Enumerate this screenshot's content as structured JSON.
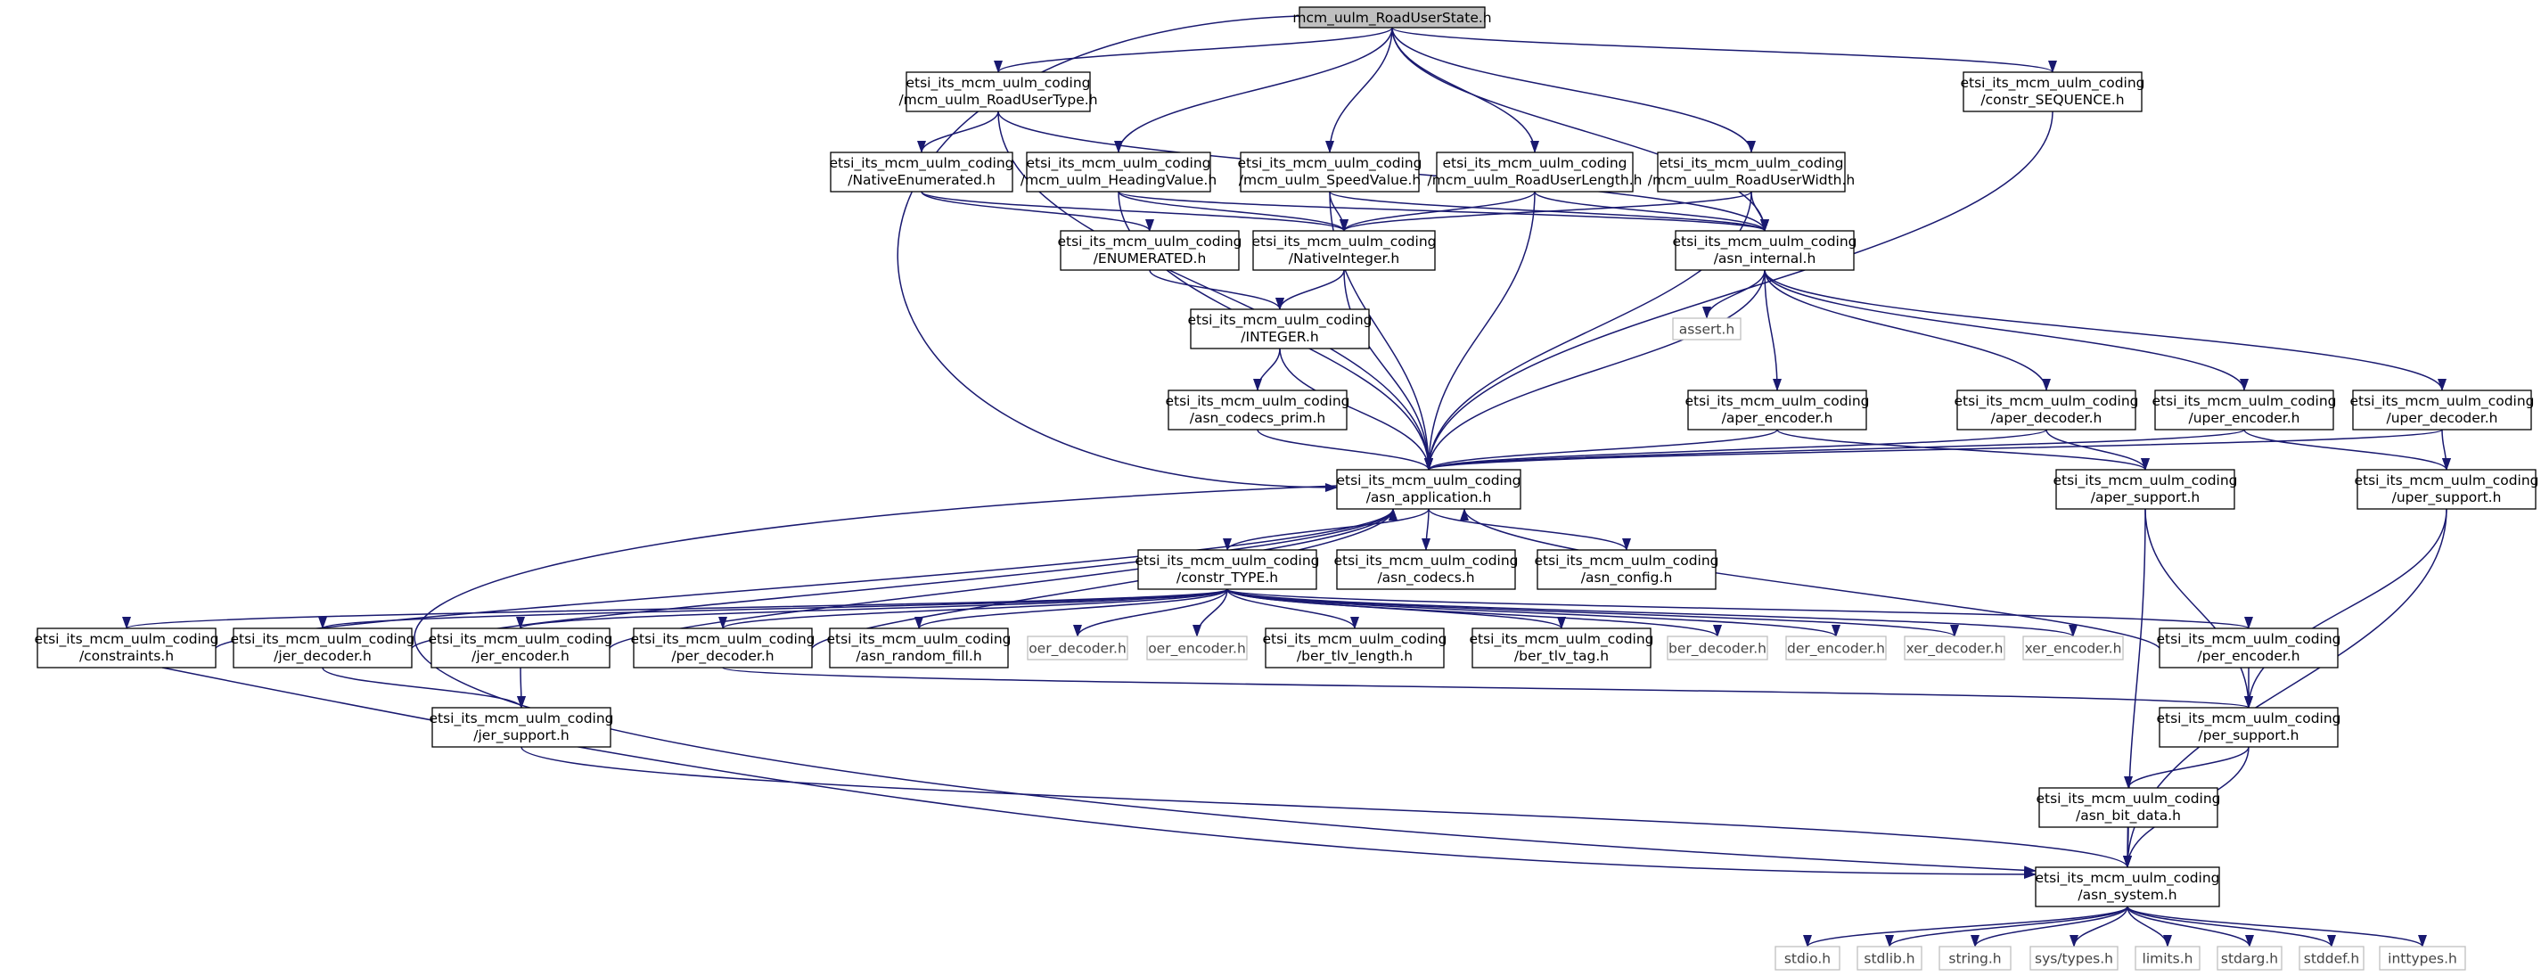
{
  "colors": {
    "edge": "#191970",
    "node_border": "#000000",
    "system_border": "#bfbfbf",
    "root_fill": "#bfbfbf",
    "node_fill": "#ffffff"
  },
  "nodes": [
    {
      "id": "root",
      "kind": "root",
      "lines": [
        "mcm_uulm_RoadUserState.h"
      ]
    },
    {
      "id": "roadusertype",
      "kind": "file",
      "lines": [
        "etsi_its_mcm_uulm_coding",
        "/mcm_uulm_RoadUserType.h"
      ]
    },
    {
      "id": "constr_sequence",
      "kind": "file",
      "lines": [
        "etsi_its_mcm_uulm_coding",
        "/constr_SEQUENCE.h"
      ]
    },
    {
      "id": "nativeenumerated",
      "kind": "file",
      "lines": [
        "etsi_its_mcm_uulm_coding",
        "/NativeEnumerated.h"
      ]
    },
    {
      "id": "headingvalue",
      "kind": "file",
      "lines": [
        "etsi_its_mcm_uulm_coding",
        "/mcm_uulm_HeadingValue.h"
      ]
    },
    {
      "id": "speedvalue",
      "kind": "file",
      "lines": [
        "etsi_its_mcm_uulm_coding",
        "/mcm_uulm_SpeedValue.h"
      ]
    },
    {
      "id": "roaduserlength",
      "kind": "file",
      "lines": [
        "etsi_its_mcm_uulm_coding",
        "/mcm_uulm_RoadUserLength.h"
      ]
    },
    {
      "id": "roaduserwidth",
      "kind": "file",
      "lines": [
        "etsi_its_mcm_uulm_coding",
        "/mcm_uulm_RoadUserWidth.h"
      ]
    },
    {
      "id": "enumerated",
      "kind": "file",
      "lines": [
        "etsi_its_mcm_uulm_coding",
        "/ENUMERATED.h"
      ]
    },
    {
      "id": "nativeinteger",
      "kind": "file",
      "lines": [
        "etsi_its_mcm_uulm_coding",
        "/NativeInteger.h"
      ]
    },
    {
      "id": "asn_internal",
      "kind": "file",
      "lines": [
        "etsi_its_mcm_uulm_coding",
        "/asn_internal.h"
      ]
    },
    {
      "id": "integer",
      "kind": "file",
      "lines": [
        "etsi_its_mcm_uulm_coding",
        "/INTEGER.h"
      ]
    },
    {
      "id": "assert",
      "kind": "system",
      "lines": [
        "assert.h"
      ]
    },
    {
      "id": "asn_codecs_prim",
      "kind": "file",
      "lines": [
        "etsi_its_mcm_uulm_coding",
        "/asn_codecs_prim.h"
      ]
    },
    {
      "id": "aper_encoder",
      "kind": "file",
      "lines": [
        "etsi_its_mcm_uulm_coding",
        "/aper_encoder.h"
      ]
    },
    {
      "id": "aper_decoder",
      "kind": "file",
      "lines": [
        "etsi_its_mcm_uulm_coding",
        "/aper_decoder.h"
      ]
    },
    {
      "id": "uper_encoder",
      "kind": "file",
      "lines": [
        "etsi_its_mcm_uulm_coding",
        "/uper_encoder.h"
      ]
    },
    {
      "id": "uper_decoder",
      "kind": "file",
      "lines": [
        "etsi_its_mcm_uulm_coding",
        "/uper_decoder.h"
      ]
    },
    {
      "id": "asn_application",
      "kind": "file",
      "lines": [
        "etsi_its_mcm_uulm_coding",
        "/asn_application.h"
      ]
    },
    {
      "id": "aper_support",
      "kind": "file",
      "lines": [
        "etsi_its_mcm_uulm_coding",
        "/aper_support.h"
      ]
    },
    {
      "id": "uper_support",
      "kind": "file",
      "lines": [
        "etsi_its_mcm_uulm_coding",
        "/uper_support.h"
      ]
    },
    {
      "id": "constr_type",
      "kind": "file",
      "lines": [
        "etsi_its_mcm_uulm_coding",
        "/constr_TYPE.h"
      ]
    },
    {
      "id": "asn_codecs",
      "kind": "file",
      "lines": [
        "etsi_its_mcm_uulm_coding",
        "/asn_codecs.h"
      ]
    },
    {
      "id": "asn_config",
      "kind": "file",
      "lines": [
        "etsi_its_mcm_uulm_coding",
        "/asn_config.h"
      ]
    },
    {
      "id": "constraints",
      "kind": "file",
      "lines": [
        "etsi_its_mcm_uulm_coding",
        "/constraints.h"
      ]
    },
    {
      "id": "jer_decoder",
      "kind": "file",
      "lines": [
        "etsi_its_mcm_uulm_coding",
        "/jer_decoder.h"
      ]
    },
    {
      "id": "jer_encoder",
      "kind": "file",
      "lines": [
        "etsi_its_mcm_uulm_coding",
        "/jer_encoder.h"
      ]
    },
    {
      "id": "per_decoder",
      "kind": "file",
      "lines": [
        "etsi_its_mcm_uulm_coding",
        "/per_decoder.h"
      ]
    },
    {
      "id": "asn_random_fill",
      "kind": "file",
      "lines": [
        "etsi_its_mcm_uulm_coding",
        "/asn_random_fill.h"
      ]
    },
    {
      "id": "oer_decoder",
      "kind": "system",
      "lines": [
        "oer_decoder.h"
      ]
    },
    {
      "id": "oer_encoder",
      "kind": "system",
      "lines": [
        "oer_encoder.h"
      ]
    },
    {
      "id": "ber_tlv_length",
      "kind": "file",
      "lines": [
        "etsi_its_mcm_uulm_coding",
        "/ber_tlv_length.h"
      ]
    },
    {
      "id": "ber_tlv_tag",
      "kind": "file",
      "lines": [
        "etsi_its_mcm_uulm_coding",
        "/ber_tlv_tag.h"
      ]
    },
    {
      "id": "ber_decoder",
      "kind": "system",
      "lines": [
        "ber_decoder.h"
      ]
    },
    {
      "id": "der_encoder",
      "kind": "system",
      "lines": [
        "der_encoder.h"
      ]
    },
    {
      "id": "xer_decoder",
      "kind": "system",
      "lines": [
        "xer_decoder.h"
      ]
    },
    {
      "id": "xer_encoder",
      "kind": "system",
      "lines": [
        "xer_encoder.h"
      ]
    },
    {
      "id": "per_encoder",
      "kind": "file",
      "lines": [
        "etsi_its_mcm_uulm_coding",
        "/per_encoder.h"
      ]
    },
    {
      "id": "jer_support",
      "kind": "file",
      "lines": [
        "etsi_its_mcm_uulm_coding",
        "/jer_support.h"
      ]
    },
    {
      "id": "per_support",
      "kind": "file",
      "lines": [
        "etsi_its_mcm_uulm_coding",
        "/per_support.h"
      ]
    },
    {
      "id": "asn_bit_data",
      "kind": "file",
      "lines": [
        "etsi_its_mcm_uulm_coding",
        "/asn_bit_data.h"
      ]
    },
    {
      "id": "asn_system",
      "kind": "file",
      "lines": [
        "etsi_its_mcm_uulm_coding",
        "/asn_system.h"
      ]
    },
    {
      "id": "stdio",
      "kind": "system",
      "lines": [
        "stdio.h"
      ]
    },
    {
      "id": "stdlib",
      "kind": "system",
      "lines": [
        "stdlib.h"
      ]
    },
    {
      "id": "string",
      "kind": "system",
      "lines": [
        "string.h"
      ]
    },
    {
      "id": "systypes",
      "kind": "system",
      "lines": [
        "sys/types.h"
      ]
    },
    {
      "id": "limits",
      "kind": "system",
      "lines": [
        "limits.h"
      ]
    },
    {
      "id": "stdarg",
      "kind": "system",
      "lines": [
        "stdarg.h"
      ]
    },
    {
      "id": "stddef",
      "kind": "system",
      "lines": [
        "stddef.h"
      ]
    },
    {
      "id": "inttypes",
      "kind": "system",
      "lines": [
        "inttypes.h"
      ]
    }
  ],
  "edges": [
    [
      "root",
      "roadusertype"
    ],
    [
      "root",
      "constr_sequence"
    ],
    [
      "root",
      "headingvalue"
    ],
    [
      "root",
      "speedvalue"
    ],
    [
      "root",
      "roaduserlength"
    ],
    [
      "root",
      "roaduserwidth"
    ],
    [
      "root",
      "asn_internal"
    ],
    [
      "root",
      "asn_application"
    ],
    [
      "roadusertype",
      "nativeenumerated"
    ],
    [
      "roadusertype",
      "asn_application"
    ],
    [
      "roadusertype",
      "asn_internal"
    ],
    [
      "constr_sequence",
      "asn_application"
    ],
    [
      "nativeenumerated",
      "enumerated"
    ],
    [
      "nativeenumerated",
      "nativeinteger"
    ],
    [
      "headingvalue",
      "nativeinteger"
    ],
    [
      "headingvalue",
      "asn_internal"
    ],
    [
      "headingvalue",
      "asn_application"
    ],
    [
      "speedvalue",
      "nativeinteger"
    ],
    [
      "speedvalue",
      "asn_internal"
    ],
    [
      "speedvalue",
      "asn_application"
    ],
    [
      "roaduserlength",
      "nativeinteger"
    ],
    [
      "roaduserlength",
      "asn_internal"
    ],
    [
      "roaduserlength",
      "asn_application"
    ],
    [
      "roaduserwidth",
      "nativeinteger"
    ],
    [
      "roaduserwidth",
      "asn_internal"
    ],
    [
      "roaduserwidth",
      "asn_application"
    ],
    [
      "enumerated",
      "integer"
    ],
    [
      "nativeinteger",
      "integer"
    ],
    [
      "nativeinteger",
      "asn_application"
    ],
    [
      "integer",
      "asn_codecs_prim"
    ],
    [
      "integer",
      "asn_application"
    ],
    [
      "asn_codecs_prim",
      "asn_application"
    ],
    [
      "asn_internal",
      "assert"
    ],
    [
      "asn_internal",
      "aper_encoder"
    ],
    [
      "asn_internal",
      "aper_decoder"
    ],
    [
      "asn_internal",
      "uper_encoder"
    ],
    [
      "asn_internal",
      "uper_decoder"
    ],
    [
      "asn_internal",
      "asn_application"
    ],
    [
      "aper_encoder",
      "asn_application"
    ],
    [
      "aper_encoder",
      "aper_support"
    ],
    [
      "aper_decoder",
      "asn_application"
    ],
    [
      "aper_decoder",
      "aper_support"
    ],
    [
      "uper_encoder",
      "asn_application"
    ],
    [
      "uper_encoder",
      "uper_support"
    ],
    [
      "uper_decoder",
      "asn_application"
    ],
    [
      "uper_decoder",
      "uper_support"
    ],
    [
      "aper_support",
      "per_support"
    ],
    [
      "aper_support",
      "asn_system"
    ],
    [
      "uper_support",
      "per_support"
    ],
    [
      "uper_support",
      "asn_system"
    ],
    [
      "asn_application",
      "constr_type"
    ],
    [
      "asn_application",
      "asn_codecs"
    ],
    [
      "asn_application",
      "asn_config"
    ],
    [
      "asn_application",
      "asn_system"
    ],
    [
      "constr_type",
      "constraints"
    ],
    [
      "constr_type",
      "jer_decoder"
    ],
    [
      "constr_type",
      "jer_encoder"
    ],
    [
      "constr_type",
      "per_decoder"
    ],
    [
      "constr_type",
      "asn_random_fill"
    ],
    [
      "constr_type",
      "oer_decoder"
    ],
    [
      "constr_type",
      "oer_encoder"
    ],
    [
      "constr_type",
      "ber_tlv_length"
    ],
    [
      "constr_type",
      "ber_tlv_tag"
    ],
    [
      "constr_type",
      "ber_decoder"
    ],
    [
      "constr_type",
      "der_encoder"
    ],
    [
      "constr_type",
      "xer_decoder"
    ],
    [
      "constr_type",
      "xer_encoder"
    ],
    [
      "constr_type",
      "per_encoder"
    ],
    [
      "constraints",
      "asn_application"
    ],
    [
      "constraints",
      "asn_system"
    ],
    [
      "jer_decoder",
      "asn_application"
    ],
    [
      "jer_decoder",
      "jer_support"
    ],
    [
      "jer_encoder",
      "asn_application"
    ],
    [
      "jer_encoder",
      "jer_support"
    ],
    [
      "per_decoder",
      "asn_application"
    ],
    [
      "per_decoder",
      "per_support"
    ],
    [
      "per_encoder",
      "asn_application"
    ],
    [
      "per_encoder",
      "per_support"
    ],
    [
      "jer_support",
      "asn_system"
    ],
    [
      "per_support",
      "asn_bit_data"
    ],
    [
      "per_support",
      "asn_system"
    ],
    [
      "asn_bit_data",
      "asn_system"
    ],
    [
      "asn_system",
      "stdio"
    ],
    [
      "asn_system",
      "stdlib"
    ],
    [
      "asn_system",
      "string"
    ],
    [
      "asn_system",
      "systypes"
    ],
    [
      "asn_system",
      "limits"
    ],
    [
      "asn_system",
      "stdarg"
    ],
    [
      "asn_system",
      "stddef"
    ],
    [
      "asn_system",
      "inttypes"
    ]
  ]
}
